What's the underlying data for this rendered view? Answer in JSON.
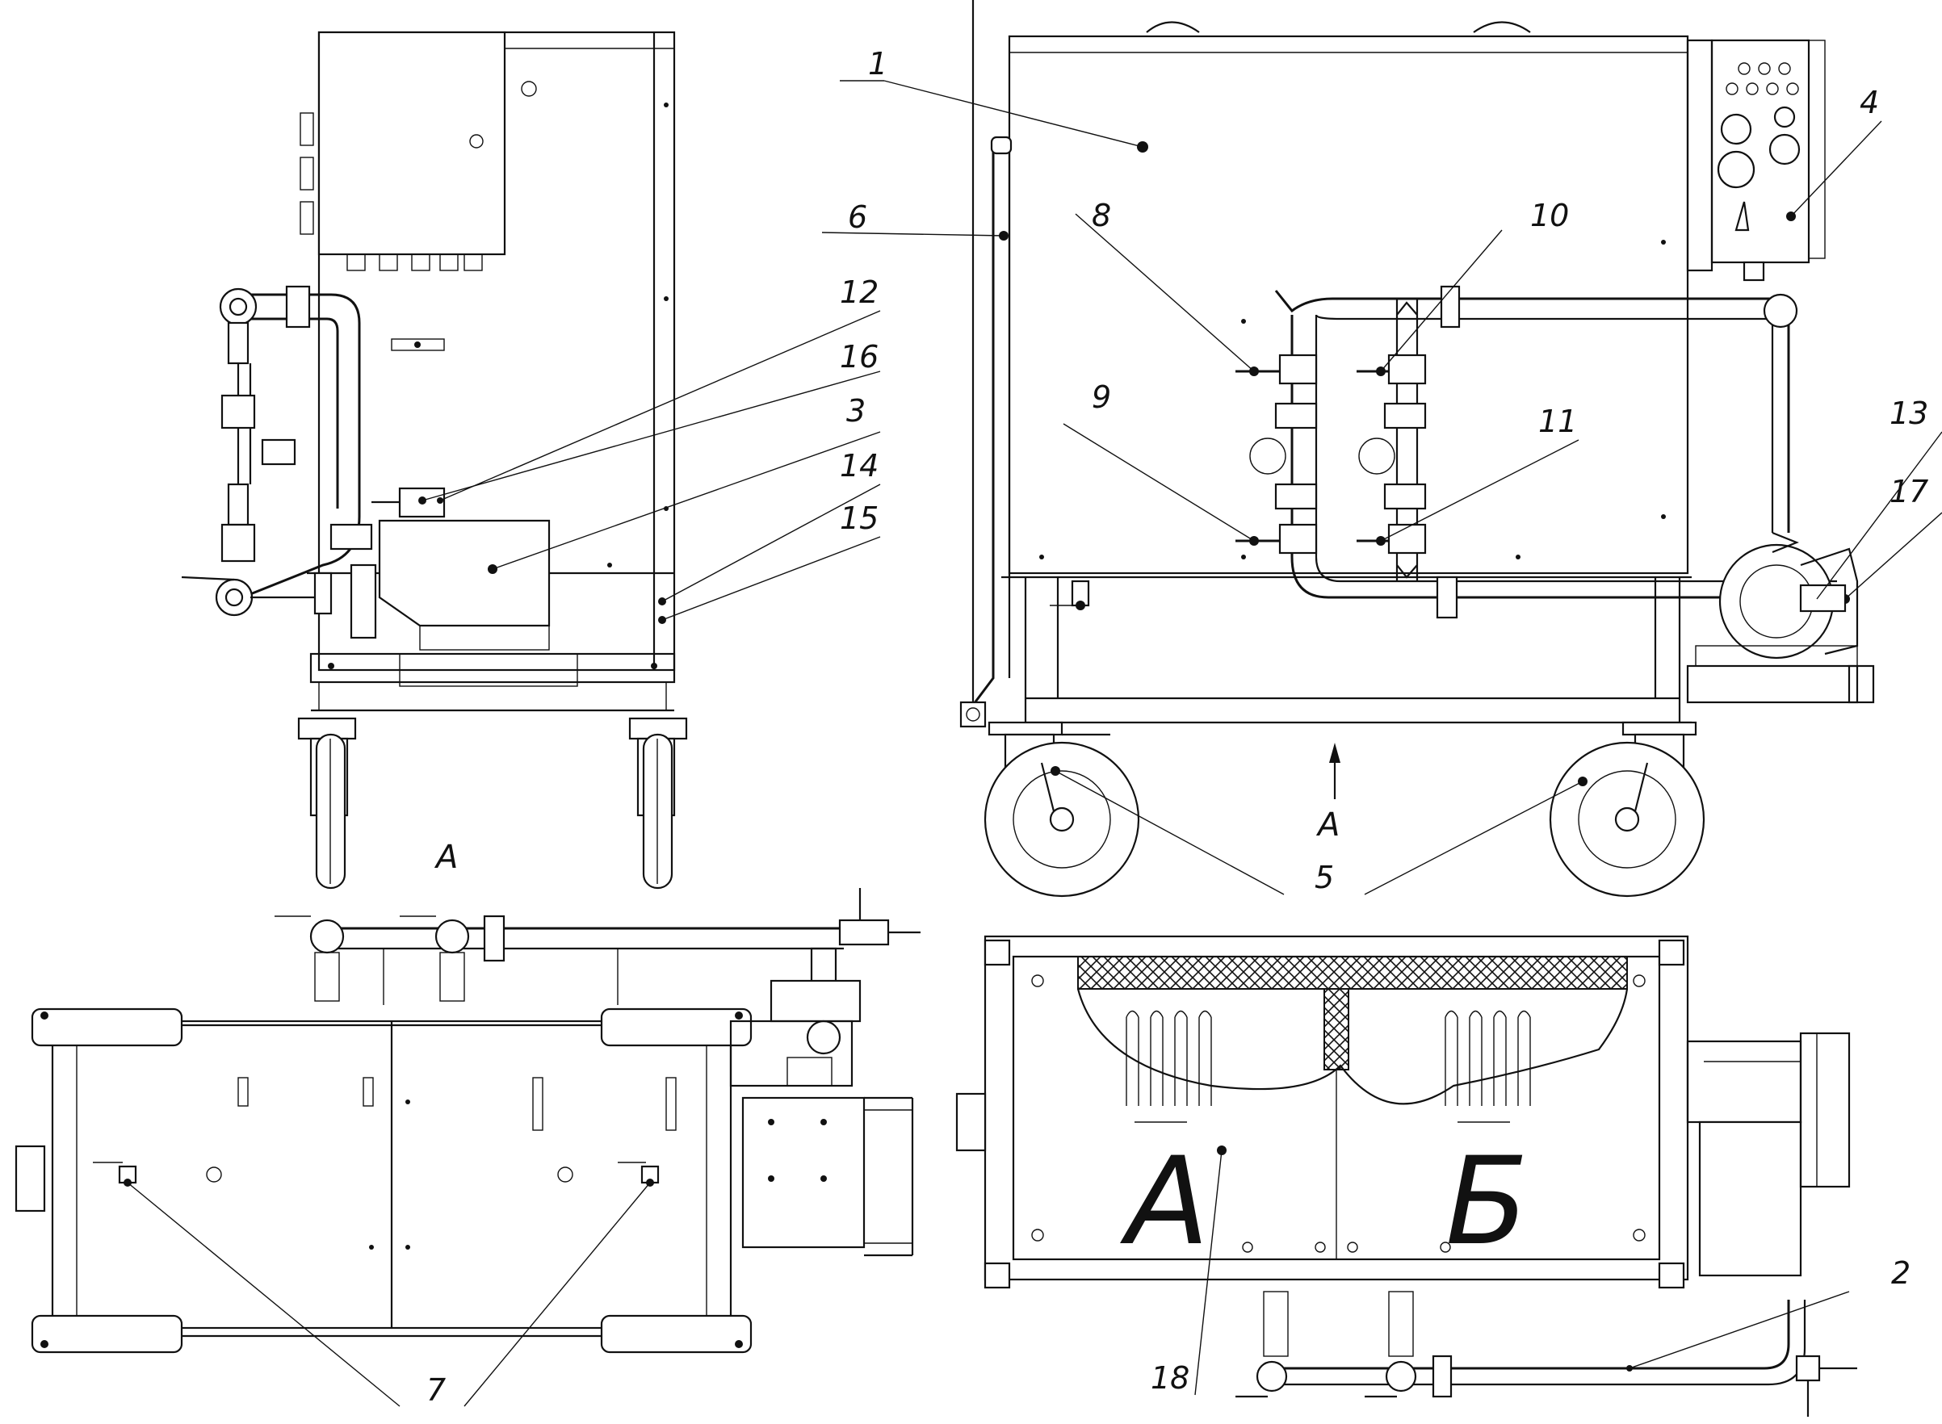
{
  "callouts": {
    "c1": "1",
    "c2": "2",
    "c3": "3",
    "c4": "4",
    "c5": "5",
    "c6": "6",
    "c7": "7",
    "c8": "8",
    "c9": "9",
    "c10": "10",
    "c11": "11",
    "c12": "12",
    "c13": "13",
    "c14": "14",
    "c15": "15",
    "c16": "16",
    "c17": "17",
    "c18": "18"
  },
  "view_labels": {
    "side_view": "A",
    "arrow_label": "A"
  },
  "section_labels": {
    "left": "А",
    "right": "Б"
  }
}
